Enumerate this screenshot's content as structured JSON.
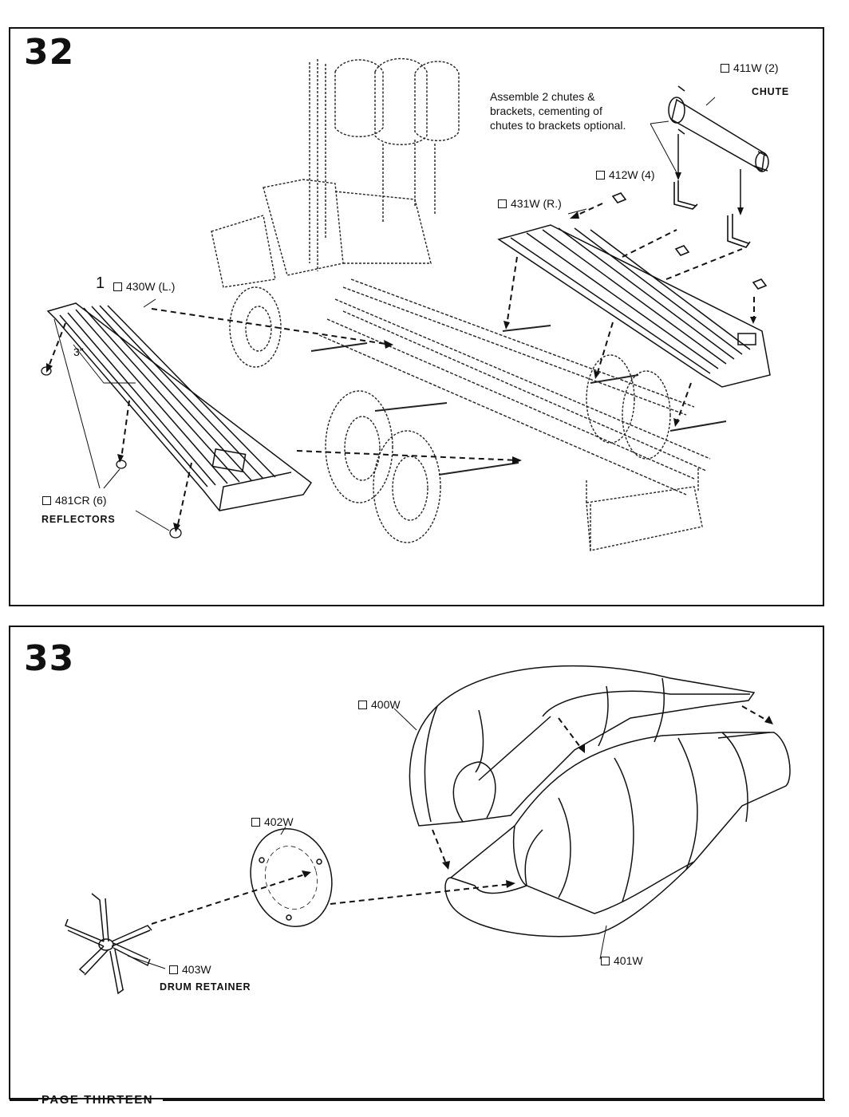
{
  "page": {
    "footer": "PAGE THIRTEEN"
  },
  "step32": {
    "number": "32",
    "note_lines": [
      "Assemble 2 chutes &",
      "brackets, cementing of",
      "chutes to brackets optional."
    ],
    "parts": {
      "p411": "411W (2)",
      "p411_caption": "CHUTE",
      "p412": "412W (4)",
      "p431": "431W (R.)",
      "p430_index": "1",
      "p430": "430W (L.)",
      "dimension": "3″",
      "p481": "481CR (6)",
      "p481_caption": "REFLECTORS"
    }
  },
  "step33": {
    "number": "33",
    "parts": {
      "p400": "400W",
      "p402": "402W",
      "p401": "401W",
      "p403": "403W",
      "p403_caption": "DRUM RETAINER"
    }
  }
}
